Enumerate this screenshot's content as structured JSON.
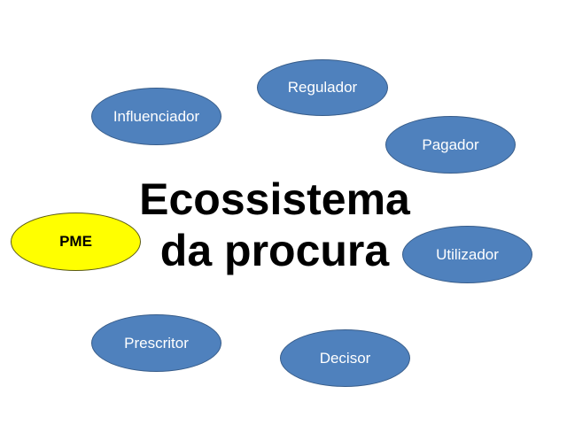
{
  "title": {
    "line1": "Ecossistema",
    "line2": "da procura"
  },
  "colors": {
    "node_fill": "#4F81BD",
    "node_border": "#385D8A",
    "highlight_fill": "#FFFF00",
    "highlight_border": "#5a5a14",
    "title_text": "#000000",
    "node_text": "#FFFFFF"
  },
  "nodes": [
    {
      "label": "PME",
      "highlight": true
    },
    {
      "label": "Influenciador",
      "highlight": false
    },
    {
      "label": "Regulador",
      "highlight": false
    },
    {
      "label": "Pagador",
      "highlight": false
    },
    {
      "label": "Utilizador",
      "highlight": false
    },
    {
      "label": "Decisor",
      "highlight": false
    },
    {
      "label": "Prescritor",
      "highlight": false
    }
  ]
}
